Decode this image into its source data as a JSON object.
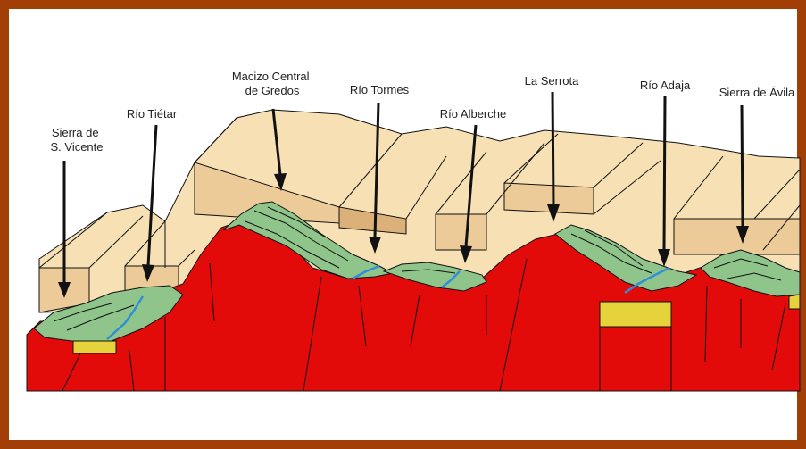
{
  "figure": {
    "colors": {
      "frame": "#a23f06",
      "basement": "#e30a0a",
      "block_light": "#f7e0b4",
      "block_mid": "#eccb98",
      "block_dark": "#dcb079",
      "valley_fill": "#8fc48a",
      "sediment": "#e6d23a",
      "river": "#2f8fd8",
      "line": "#111111"
    },
    "labels": {
      "sierra_vicente": [
        "Sierra de",
        "S. Vicente"
      ],
      "rio_tietar": "Río Tiétar",
      "macizo_gredos": [
        "Macizo Central",
        "de Gredos"
      ],
      "rio_tormes": "Río Tormes",
      "rio_alberche": "Río Alberche",
      "la_serrota": "La Serrota",
      "rio_adaja": "Río Adaja",
      "sierra_avila": "Sierra de Ávila"
    }
  }
}
